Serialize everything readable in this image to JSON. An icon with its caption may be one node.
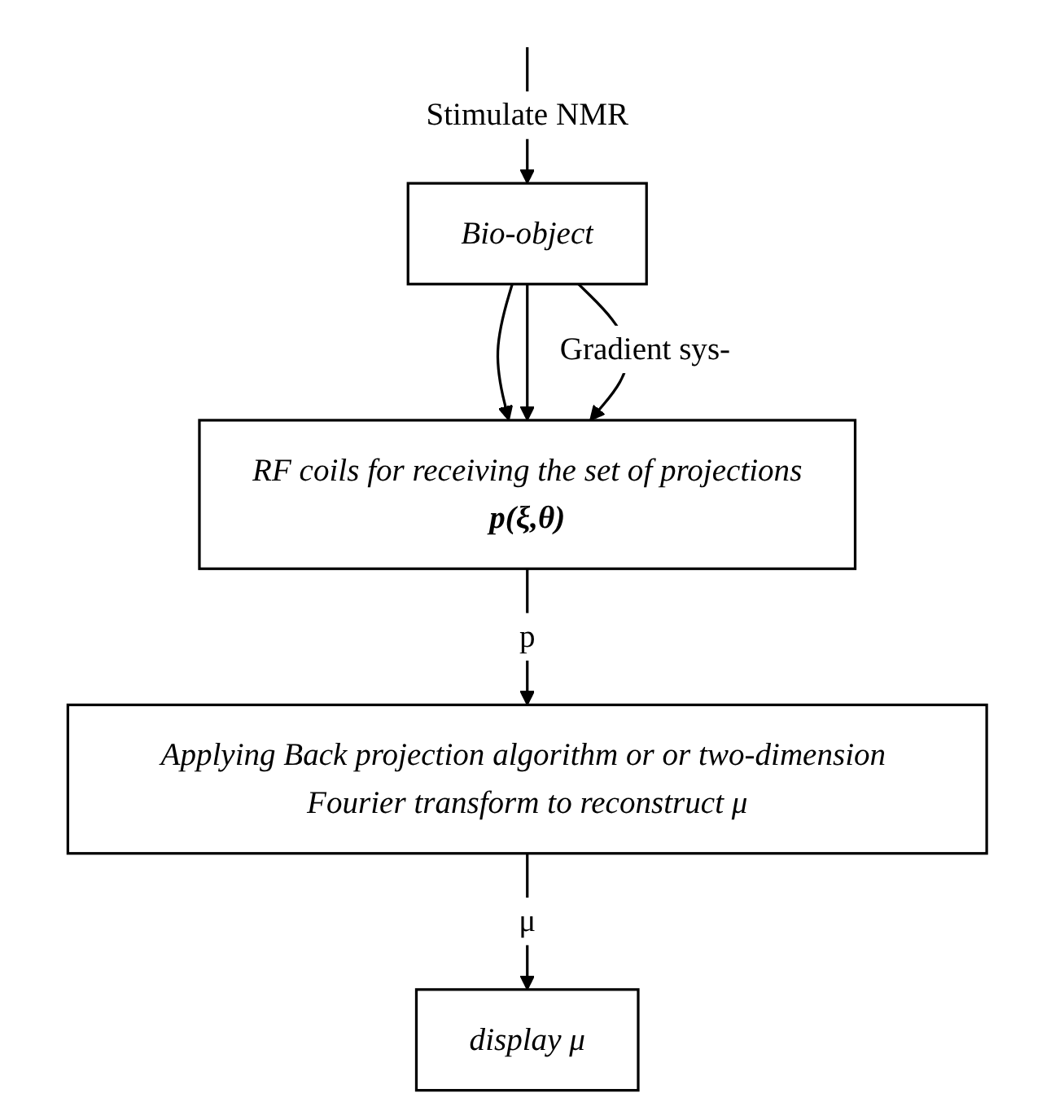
{
  "diagram": {
    "nodes": [
      {
        "text": [
          "Bio-object"
        ]
      },
      {
        "text": [
          "RF coils for receiving the set of projections",
          "p(ξ,θ)"
        ]
      },
      {
        "text": [
          "Applying Back projection algorithm or or two-dimension Fourier transform to reconstruct μ"
        ]
      },
      {
        "text": [
          "display μ"
        ]
      }
    ],
    "edges": [
      {
        "from": null,
        "to": 0,
        "arrow": "to",
        "label": "Stimulate NMR"
      },
      {
        "from": 0,
        "to": 1,
        "arrow": "to"
      },
      {
        "from": 0,
        "to": 1,
        "arrow": "to"
      },
      {
        "from": 0,
        "to": 1,
        "arrow": "to",
        "label": "Gradient sys-"
      },
      {
        "from": 1,
        "to": 2,
        "arrow": "to",
        "label": "p"
      },
      {
        "from": 2,
        "to": 3,
        "arrow": "to",
        "label": "μ"
      }
    ]
  }
}
